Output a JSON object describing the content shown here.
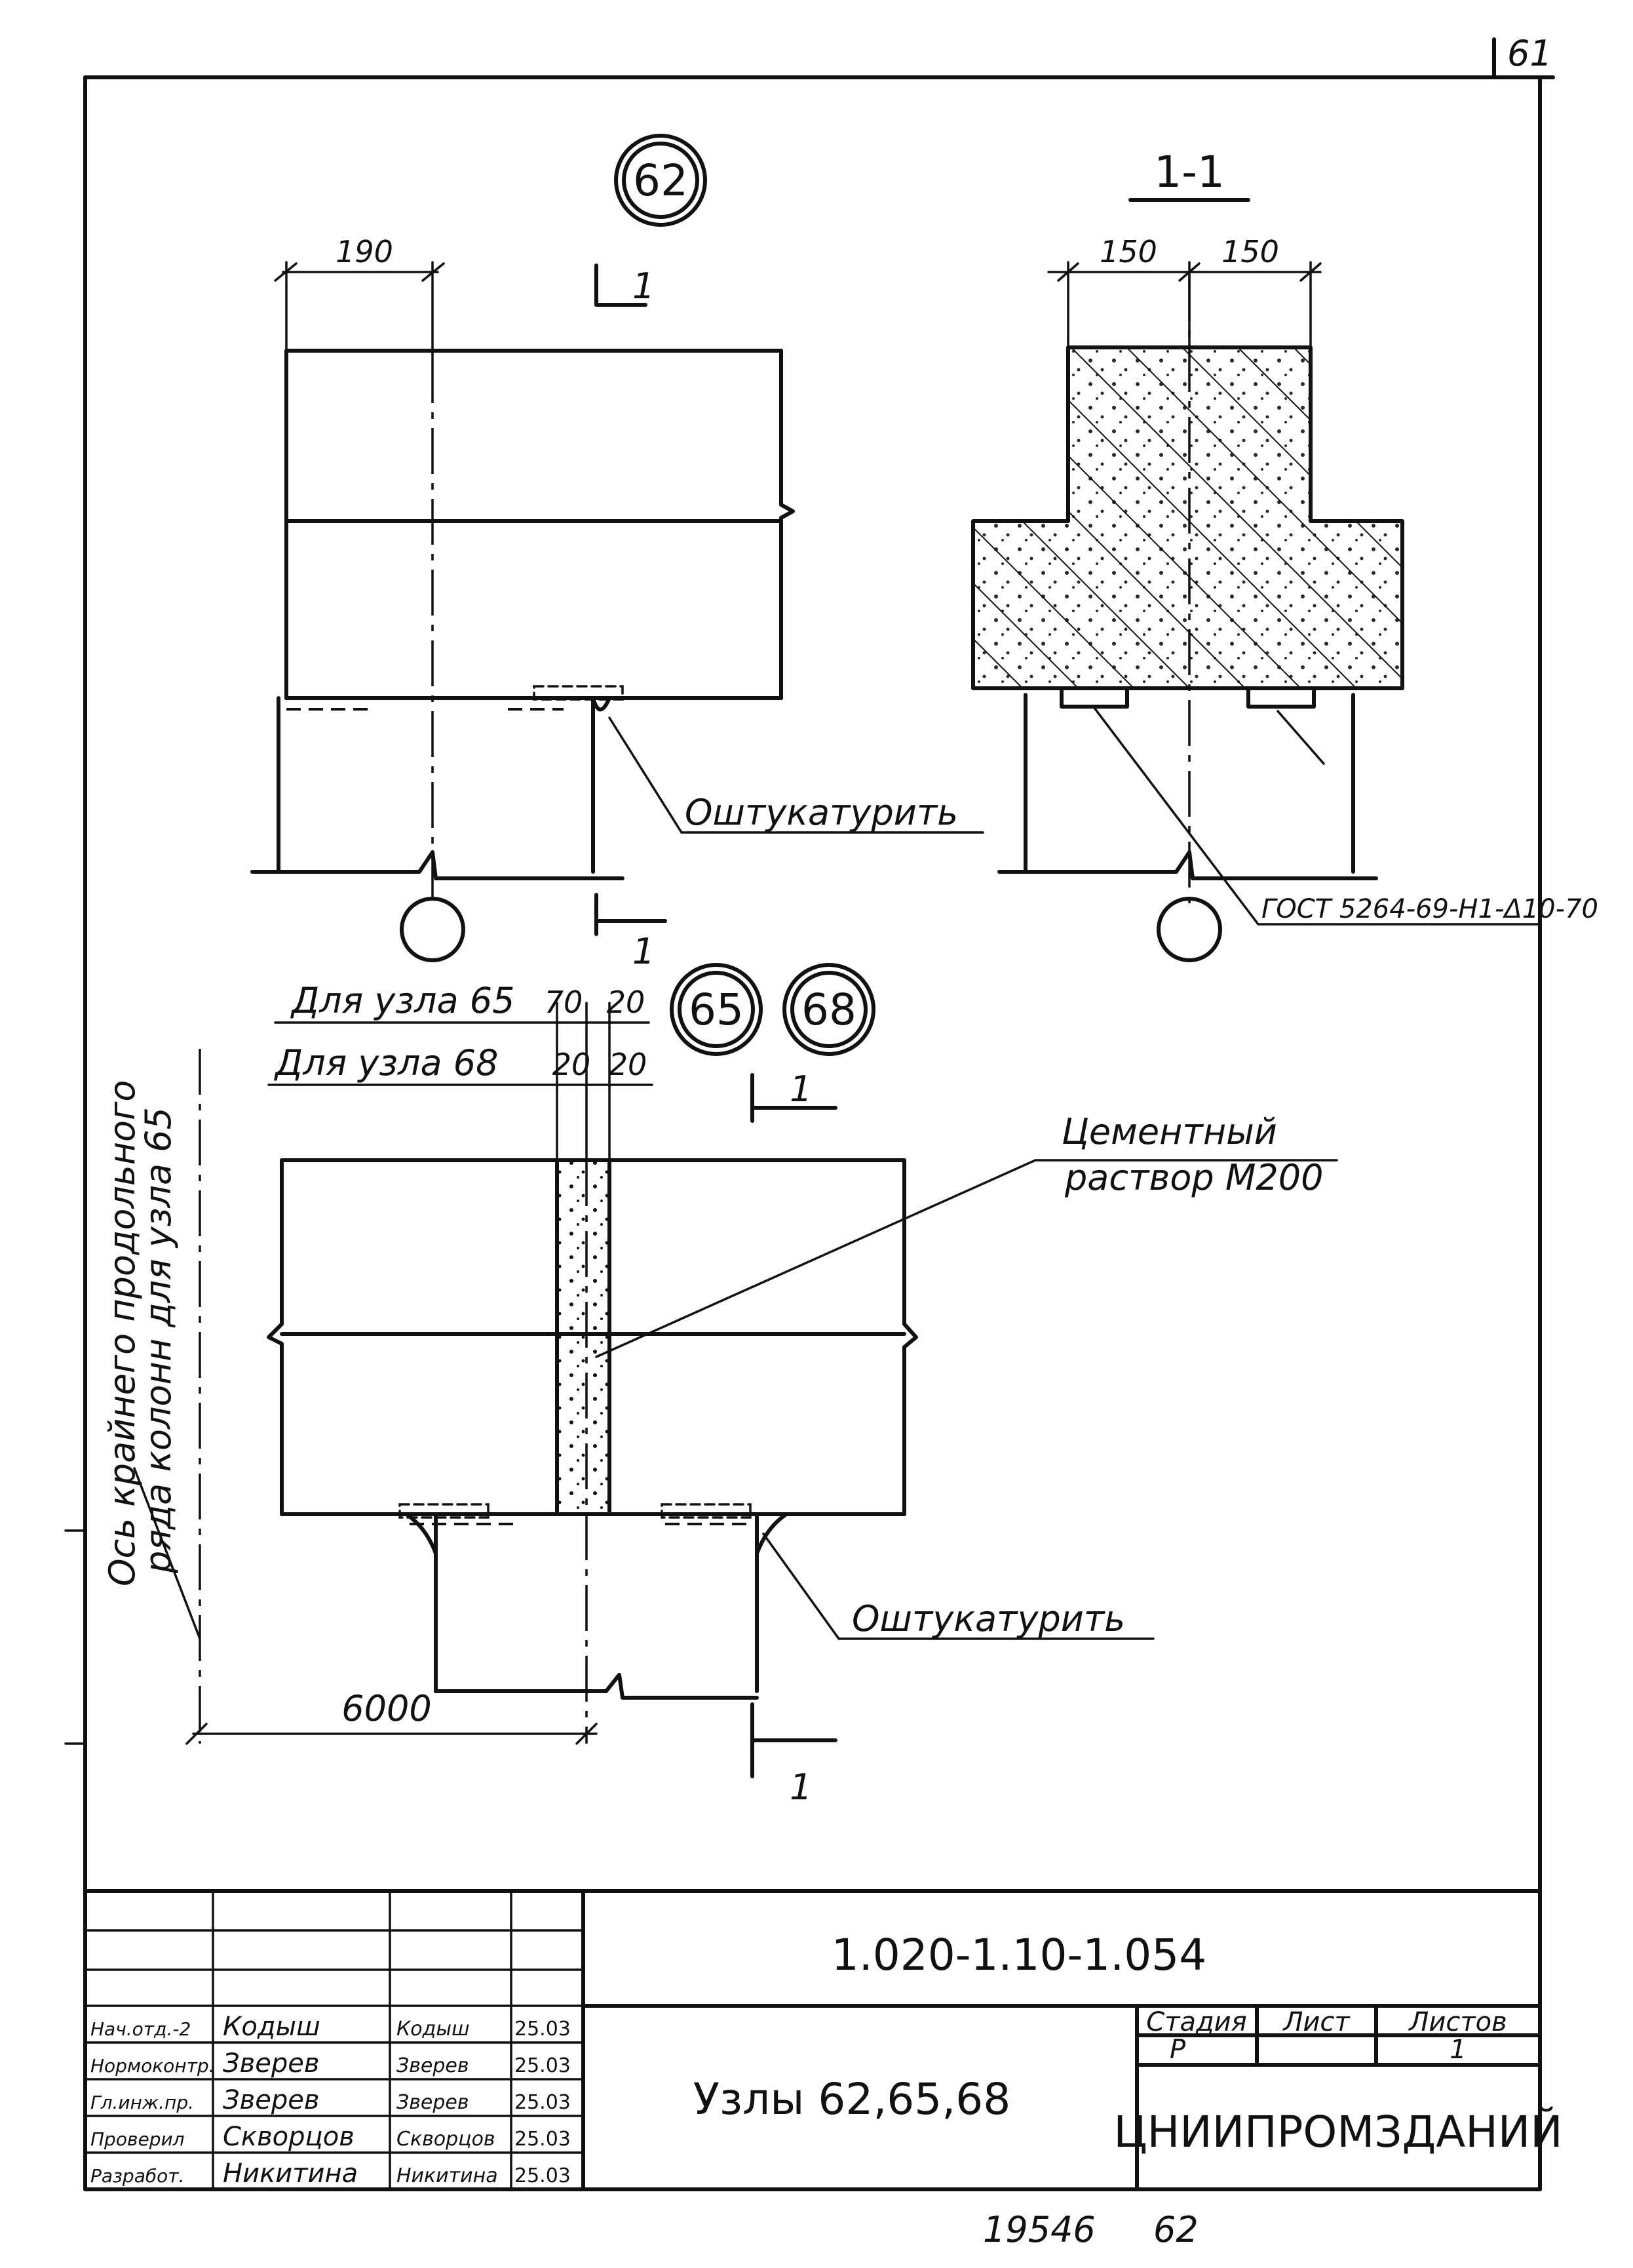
{
  "corner_sheet_number": "61",
  "node62": {
    "badge": "62",
    "dim_190": "190",
    "section_mark": "1",
    "note_plaster": "Оштукатурить"
  },
  "section": {
    "title": "1-1",
    "dim_left": "150",
    "dim_right": "150",
    "note_gost": "ГОСТ 5264-69-Н1-Δ10-70"
  },
  "node65_68": {
    "badge_65": "65",
    "badge_68": "68",
    "for_65_label": "Для узла 65",
    "for_65_d1": "70",
    "for_65_d2": "20",
    "for_68_label": "Для узла 68",
    "for_68_d1": "20",
    "for_68_d2": "20",
    "section_mark": "1",
    "mortar_line1": "Цементный",
    "mortar_line2": "раствор М200",
    "note_plaster": "Оштукатурить",
    "axis_line1": "Ось крайнего продольного",
    "axis_line2": "ряда колонн для узла 65",
    "dim_6000": "6000"
  },
  "title_block": {
    "code": "1.020-1.10-1.054",
    "title": "Узлы 62,65,68",
    "org": "ЦНИИПРОМЗДАНИЙ",
    "col_stage": "Стадия",
    "col_sheet": "Лист",
    "col_sheets": "Листов",
    "stage": "Р",
    "sheets": "1",
    "rows": [
      {
        "role": "Нач.отд.-2",
        "name": "Кодыш",
        "sign": "Кодыш",
        "date": "25.03"
      },
      {
        "role": "Нормоконтр.",
        "name": "Зверев",
        "sign": "Зверев",
        "date": "25.03"
      },
      {
        "role": "Гл.инж.пр.",
        "name": "Зверев",
        "sign": "Зверев",
        "date": "25.03"
      },
      {
        "role": "Проверил",
        "name": "Скворцов",
        "sign": "Скворцов",
        "date": "25.03"
      },
      {
        "role": "Разработ.",
        "name": "Никитина",
        "sign": "Никитина",
        "date": "25.03"
      }
    ]
  },
  "bottom_note_left": "19546",
  "bottom_note_right": "62"
}
